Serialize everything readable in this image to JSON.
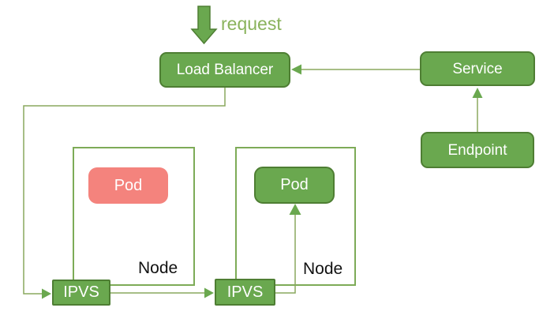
{
  "diagram": {
    "request": {
      "label": "request"
    },
    "boxes": {
      "load_balancer": "Load Balancer",
      "service": "Service",
      "endpoint": "Endpoint"
    },
    "nodes": [
      {
        "name": "node-left",
        "node_label": "Node",
        "pod_label": "Pod",
        "pod_color": "#f4837d",
        "ipvs_label": "IPVS"
      },
      {
        "name": "node-right",
        "node_label": "Node",
        "pod_label": "Pod",
        "pod_color": "#6aa84f",
        "ipvs_label": "IPVS"
      }
    ],
    "connections": [
      "request -> Load Balancer",
      "Service -> Load Balancer",
      "Endpoint -> Service",
      "Load Balancer -> IPVS (left node)",
      "IPVS (left node) -> IPVS (right node)",
      "IPVS (right node) -> Pod (right node)"
    ],
    "colors": {
      "box_fill_green": "#6aa84f",
      "box_border_green": "#4e7e33",
      "pod_pink": "#f4837d",
      "node_border": "#7dab57",
      "connector_line": "#8aa85e",
      "request_text": "#8ab35c",
      "node_label_text": "#111111",
      "box_text": "#ffffff",
      "background": "#ffffff"
    }
  }
}
